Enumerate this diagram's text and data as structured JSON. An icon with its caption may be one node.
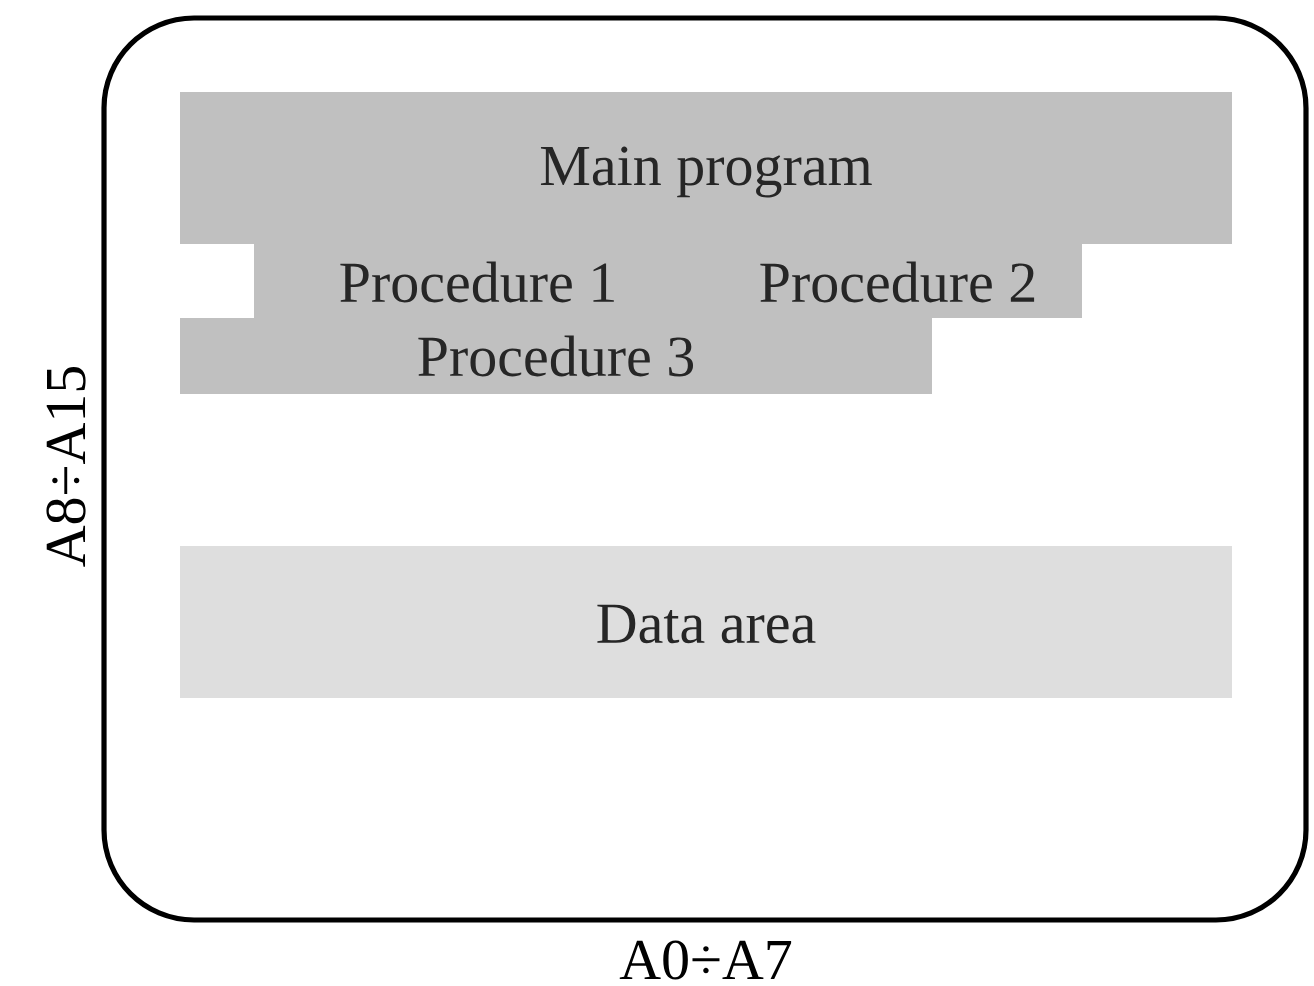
{
  "diagram": {
    "nodes": [
      {
        "text": [],
        "shape": "box",
        "beside": [
          "A8÷A15",
          "A0÷A7"
        ]
      },
      {
        "text": [
          "Main program"
        ],
        "in": 0
      },
      {
        "text": [
          "Procedure 1"
        ],
        "in": 0
      },
      {
        "text": [
          "Procedure 2"
        ],
        "in": 0
      },
      {
        "text": [
          "Procedure 3"
        ],
        "in": 0
      },
      {
        "text": [
          "Data area"
        ],
        "in": 0
      }
    ],
    "edges": []
  }
}
